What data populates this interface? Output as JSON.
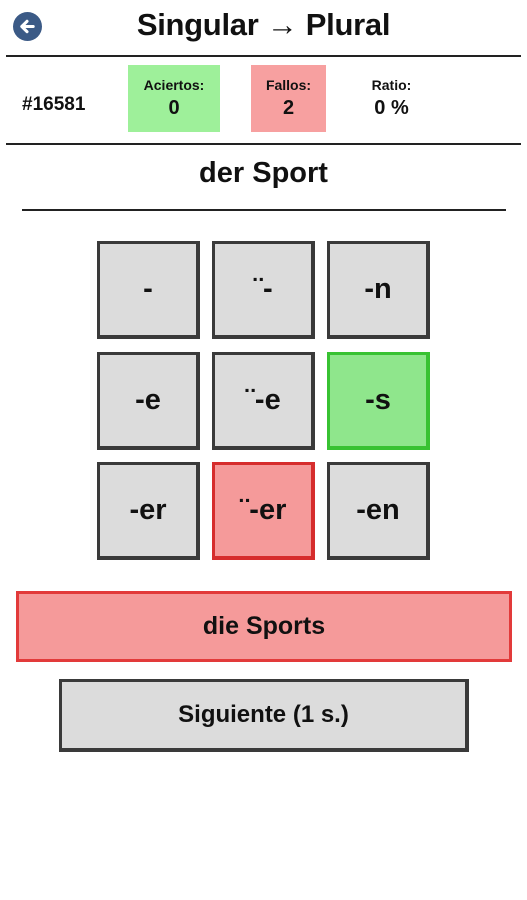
{
  "header": {
    "title": "Singular → Plural",
    "back_icon": "arrow-left-icon"
  },
  "stats": {
    "id": "#16581",
    "correct": {
      "label": "Aciertos:",
      "value": "0",
      "color": "#9ef09a"
    },
    "wrong": {
      "label": "Fallos:",
      "value": "2",
      "color": "#f7a0a0"
    },
    "ratio": {
      "label": "Ratio:",
      "value": "0 %"
    }
  },
  "word": "der Sport",
  "options": [
    {
      "label": "-",
      "state": "default"
    },
    {
      "label": "¨-",
      "state": "default"
    },
    {
      "label": "-n",
      "state": "default"
    },
    {
      "label": "-e",
      "state": "default"
    },
    {
      "label": "¨-e",
      "state": "default"
    },
    {
      "label": "-s",
      "state": "correct"
    },
    {
      "label": "-er",
      "state": "default"
    },
    {
      "label": "¨-er",
      "state": "wrong"
    },
    {
      "label": "-en",
      "state": "default"
    }
  ],
  "answer": "die Sports",
  "next_label": "Siguiente (1 s.)"
}
